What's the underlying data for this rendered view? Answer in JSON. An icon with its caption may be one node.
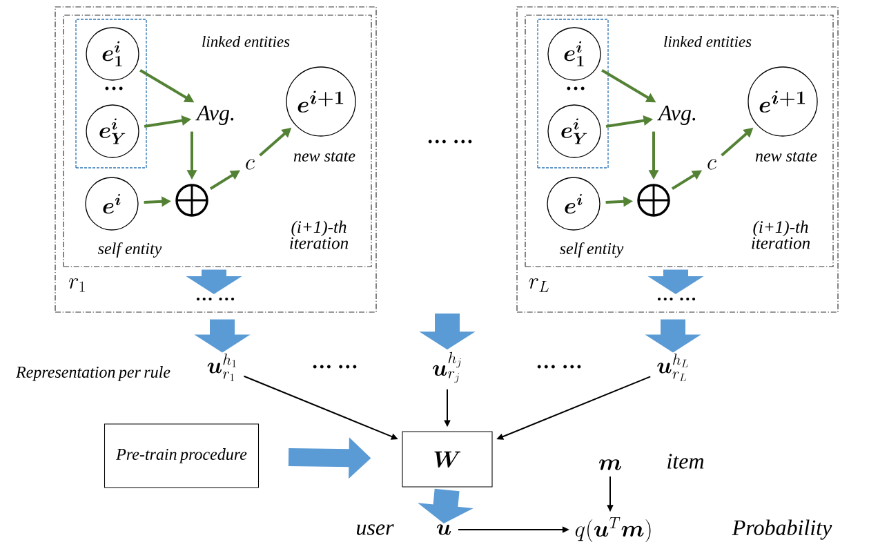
{
  "diagram": {
    "nodes": [
      {
        "text": [
          "r_{1}"
        ]
      },
      {
        "text": [
          "(i+1)-th iteration"
        ],
        "in": 0
      },
      {
        "text": [],
        "shape": "box",
        "in": 1
      },
      {
        "text": [
          "\\bm{e_{1}^{i}}"
        ],
        "in": 2
      },
      {
        "text": [
          "\\bm{e_{Y}^{i}}"
        ],
        "in": 2
      },
      {
        "text": [
          "\\bm{e^{i}}"
        ],
        "in": 1,
        "beside": [
          "self entity"
        ]
      },
      {
        "text": [
          "Avg."
        ],
        "in": 1
      },
      {
        "text": [],
        "shape": "circle",
        "in": 1
      },
      {
        "text": [
          "c"
        ],
        "in": 1
      },
      {
        "text": [
          "\\bm{e^{i+1}}"
        ],
        "in": 1,
        "beside": [
          "new state"
        ]
      },
      {
        "text": [
          "r_{L}"
        ]
      },
      {
        "text": [
          "(i+1)-th iteration"
        ],
        "in": 10
      },
      {
        "text": [],
        "shape": "box",
        "in": 11
      },
      {
        "text": [
          "\\bm{e_{1}^{i}}"
        ],
        "in": 12
      },
      {
        "text": [
          "\\bm{e_{Y}^{i}}"
        ],
        "in": 12
      },
      {
        "text": [
          "\\bm{e^{i}}"
        ],
        "in": 11,
        "beside": [
          "self entity"
        ]
      },
      {
        "text": [
          "Avg."
        ],
        "in": 11
      },
      {
        "text": [],
        "shape": "circle",
        "in": 11
      },
      {
        "text": [
          "c"
        ],
        "in": 11
      },
      {
        "text": [
          "\\bm{e^{i+1}}"
        ],
        "in": 11,
        "beside": [
          "new state"
        ]
      },
      {
        "text": [
          "\\bm{u}_{r_{1}}^{h_{1}}"
        ]
      },
      {
        "text": [
          "\\bm{u}_{r_{j}}^{h_{j}}"
        ]
      },
      {
        "text": [
          "\\bm{u}_{r_{L}}^{h_{L}}"
        ]
      },
      {
        "text": [
          "Pre-train procedure"
        ]
      },
      {
        "text": [
          "\\bm{W}"
        ]
      },
      {
        "text": [
          "\\bm{m}"
        ],
        "beside": [
          "item"
        ]
      },
      {
        "text": [
          "\\bm{u}"
        ],
        "beside": [
          "user"
        ]
      },
      {
        "text": [
          "q(\\bm{u}^{T}\\bm{m})"
        ],
        "beside": [
          "Probability"
        ]
      }
    ],
    "edges": [
      {
        "from": 3,
        "to": 6,
        "arrow": "to"
      },
      {
        "from": 4,
        "to": 6,
        "arrow": "to"
      },
      {
        "from": 6,
        "to": 7,
        "arrow": "to"
      },
      {
        "from": 5,
        "to": 7,
        "arrow": "to"
      },
      {
        "from": 7,
        "to": 8,
        "arrow": "to"
      },
      {
        "from": 8,
        "to": 9,
        "arrow": "to"
      },
      {
        "from": 13,
        "to": 16,
        "arrow": "to"
      },
      {
        "from": 14,
        "to": 16,
        "arrow": "to"
      },
      {
        "from": 16,
        "to": 17,
        "arrow": "to"
      },
      {
        "from": 15,
        "to": 17,
        "arrow": "to"
      },
      {
        "from": 17,
        "to": 18,
        "arrow": "to"
      },
      {
        "from": 18,
        "to": 19,
        "arrow": "to"
      },
      {
        "from": 1,
        "to": null,
        "arrow": "to",
        "style": "thick",
        "color": "#5b9bd5"
      },
      {
        "from": 0,
        "to": 20,
        "arrow": "to",
        "style": "thick",
        "color": "#5b9bd5"
      },
      {
        "from": null,
        "to": 21,
        "arrow": "to",
        "style": "thick",
        "color": "#5b9bd5"
      },
      {
        "from": 11,
        "to": null,
        "arrow": "to",
        "style": "thick",
        "color": "#5b9bd5"
      },
      {
        "from": 10,
        "to": 22,
        "arrow": "to",
        "style": "thick",
        "color": "#5b9bd5"
      },
      {
        "from": 20,
        "to": 24,
        "arrow": "to",
        "color": "#000000"
      },
      {
        "from": 21,
        "to": 24,
        "arrow": "to",
        "color": "#000000"
      },
      {
        "from": 22,
        "to": 24,
        "arrow": "to",
        "color": "#000000"
      },
      {
        "from": 23,
        "to": 24,
        "arrow": "to",
        "style": "thick",
        "color": "#5b9bd5"
      },
      {
        "from": 24,
        "to": 26,
        "arrow": "to",
        "style": "thick",
        "color": "#5b9bd5"
      },
      {
        "from": 25,
        "to": 27,
        "arrow": "to",
        "color": "#000000"
      },
      {
        "from": 26,
        "to": 27,
        "arrow": "to",
        "color": "#000000"
      }
    ],
    "labels": [
      "linked entities",
      "linked entities",
      "…",
      "…",
      "… …",
      "… …",
      "… …",
      "Representation per rule",
      "… …",
      "… …"
    ]
  }
}
